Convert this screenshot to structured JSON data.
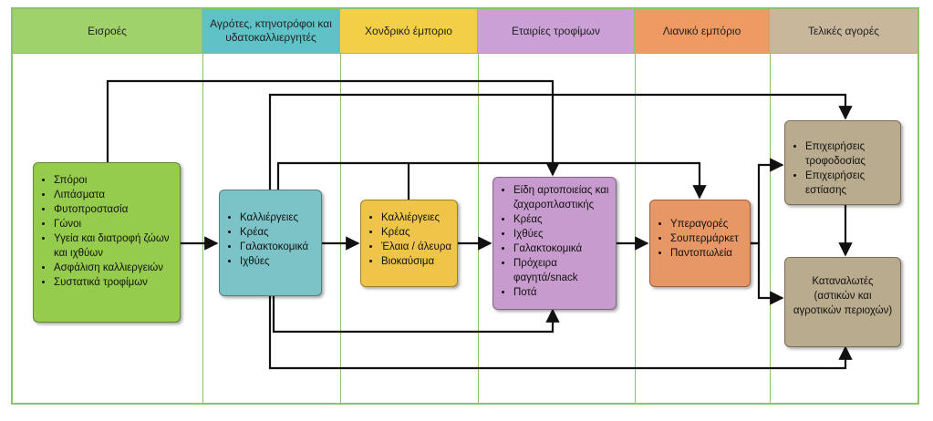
{
  "columns": [
    {
      "title": "Εισροές",
      "color": "#9fd26b"
    },
    {
      "title": "Αγρότες, κτηνοτρόφοι και υδατοκαλλιεργητές",
      "color": "#5fc2c6"
    },
    {
      "title": "Χονδρικό έμποριο",
      "color": "#f2cf47"
    },
    {
      "title": "Εταιρίες τροφίμων",
      "color": "#caa0d6"
    },
    {
      "title": "Λιανικό εμπόριο",
      "color": "#ef9a62"
    },
    {
      "title": "Τελικές αγορές",
      "color": "#c8b79b"
    }
  ],
  "boxes": {
    "inputs": {
      "items": [
        "Σπόροι",
        "Λιπάσματα",
        "Φυτοπροστασία",
        "Γώνοι",
        "Υγεία και διατροφή ζώων και ιχθύων",
        "Ασφάλιση καλλιεργειών",
        "Συστατικά τροφίμων"
      ],
      "color": "#96cc4e"
    },
    "producers": {
      "items": [
        "Καλλιέργειες",
        "Κρέας",
        "Γαλακτοκομικά",
        "Ιχθύες"
      ],
      "color": "#7cc3c7"
    },
    "wholesale": {
      "items": [
        "Καλλιέργειες",
        "Κρέας",
        "Έλαια / άλευρα",
        "Βιοκαύσιμα"
      ],
      "color": "#eec549"
    },
    "food_companies": {
      "items": [
        "Είδη αρτοποιείας και ζαχαροπλαστικής",
        "Κρέας",
        "Ιχθύες",
        "Γαλακτοκομικά",
        "Πρόχειρα φαγητά/snack",
        "Ποτά"
      ],
      "color": "#c89bce"
    },
    "retail": {
      "items": [
        "Υπεραγορές",
        "Σουπερμάρκετ",
        "Παντοπωλεία"
      ],
      "color": "#e79766"
    },
    "food_service": {
      "items": [
        "Επιχειρήσεις τροφοδοσίας",
        "Επιχειρήσεις εστίασης"
      ],
      "color": "#b9ab8d"
    },
    "consumers": {
      "text": "Καταναλωτές (αστικών και αγροτικών περιοχών)",
      "color": "#b9ab8d"
    }
  }
}
